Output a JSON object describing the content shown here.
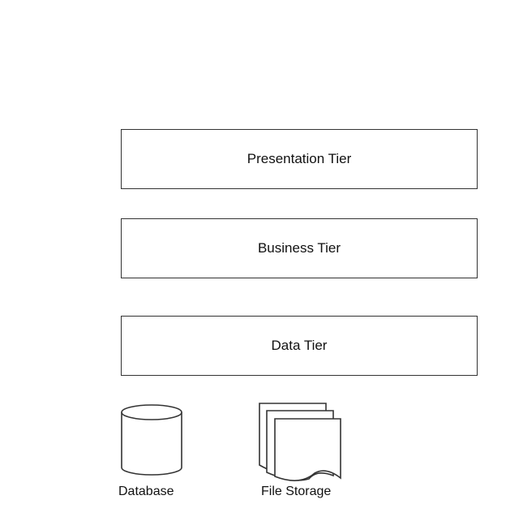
{
  "tiers": {
    "presentation": "Presentation Tier",
    "business": "Business Tier",
    "data": "Data Tier"
  },
  "storage": {
    "database_label": "Database",
    "file_storage_label": "File Storage"
  },
  "colors": {
    "stroke": "#333333",
    "text": "#111111",
    "background": "#ffffff"
  },
  "icons": {
    "database": "database-cylinder-icon",
    "file_storage": "stacked-documents-icon"
  }
}
